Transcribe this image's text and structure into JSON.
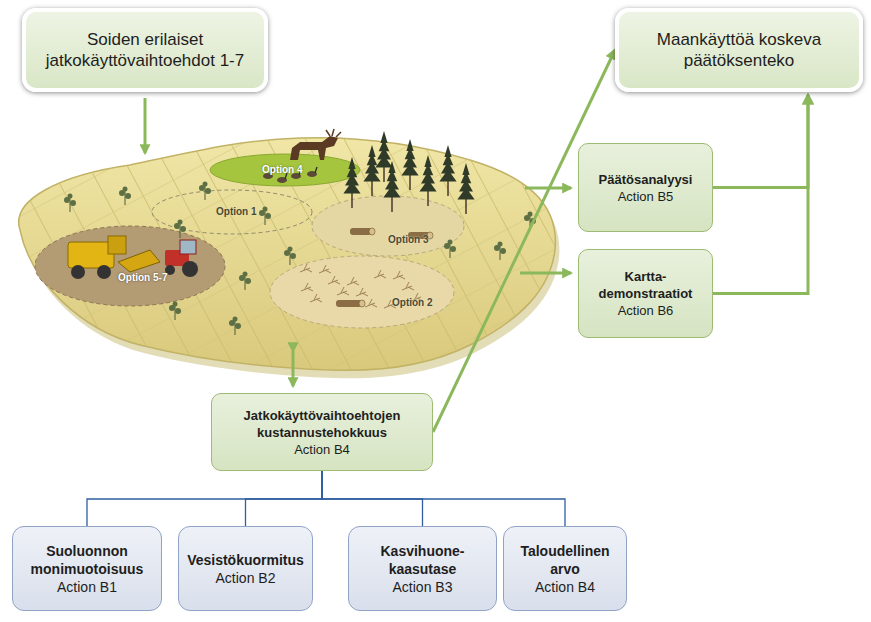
{
  "diagram": {
    "nodes": [
      {
        "text": [
          "Soiden erilaiset jatkokäyttövaihtoehdot 1-7"
        ]
      },
      {
        "text": [
          "Maankäyttöä koskeva päätöksenteko"
        ]
      },
      {
        "text": [
          "Päätösanalyysi",
          "Action B5"
        ]
      },
      {
        "text": [
          "Kartta- demonstraatiot",
          "Action B6"
        ]
      },
      {
        "text": [
          "Jatkokäyttövaihtoehtojen kustannustehokkuus",
          "Action B4"
        ]
      },
      {
        "text": [
          "Suoluonnon monimuotoisuus",
          "Action B1"
        ]
      },
      {
        "text": [
          "Vesistökuormitus",
          "Action B2"
        ]
      },
      {
        "text": [
          "Kasvihuone- kaasutase",
          "Action B3"
        ]
      },
      {
        "text": [
          "Taloudellinen arvo",
          "Action B4"
        ]
      }
    ],
    "edges": [
      {
        "from": 2,
        "to": 1,
        "arrow": "to"
      },
      {
        "from": 3,
        "to": 1,
        "arrow": "to"
      },
      {
        "from": 4,
        "to": 1,
        "arrow": "to"
      },
      {
        "from": 4,
        "to": 5,
        "arrow": "none"
      },
      {
        "from": 4,
        "to": 6,
        "arrow": "none"
      },
      {
        "from": 4,
        "to": 7,
        "arrow": "none"
      },
      {
        "from": 4,
        "to": 8,
        "arrow": "none"
      }
    ],
    "labels": [
      "Option 4",
      "Option 1",
      "Option 3",
      "Option 5-7",
      "Option 2"
    ]
  }
}
